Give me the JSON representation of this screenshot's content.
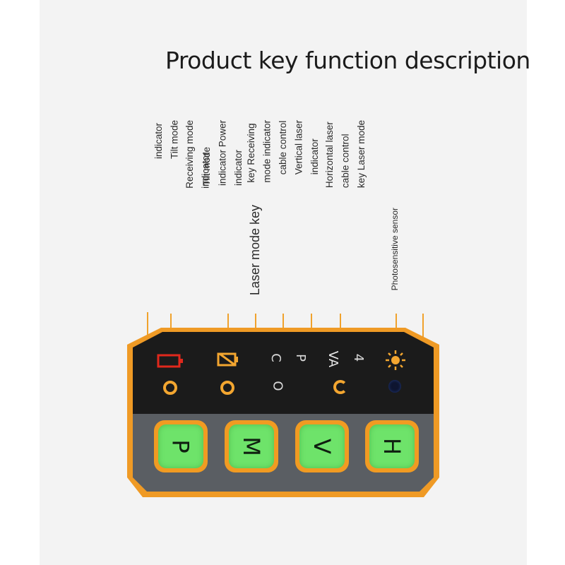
{
  "title": "Product key function description",
  "labels": {
    "tilt_indicator": "indicator\nTilt mode",
    "receiving_indicator": "Receiving mode\nindicator",
    "power_indicator": "Tilt mode\nindicator Power\nindicator",
    "receiving_key": "key Receiving\nmode indicator",
    "laser_mode_key": "Laser mode key",
    "vertical": "cable control\nVertical laser\nindicator",
    "horizontal": "Horizontal laser\ncable control\nkey Laser mode",
    "photosensor": "Photosensitive sensor"
  },
  "keys": {
    "p": "P",
    "m": "M",
    "v": "V",
    "h": "H"
  },
  "panel_marks": {
    "c": "C",
    "o": "O",
    "p": "P",
    "va": "VA",
    "four": "4"
  },
  "colors": {
    "accent": "#f19b22",
    "key": "#6ee36a",
    "panel": "#1b1b1b",
    "power_icon": "#e0281c"
  }
}
